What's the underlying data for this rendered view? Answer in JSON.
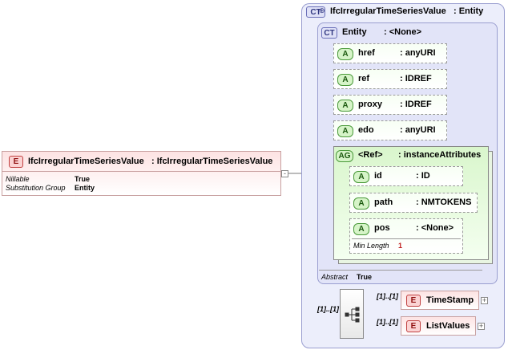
{
  "root_element": {
    "badge": "E",
    "name": "IfcIrregularTimeSeriesValue",
    "type": ": IfcIrregularTimeSeriesValue",
    "props": [
      {
        "label": "Nillable",
        "value": "True"
      },
      {
        "label": "Substitution Group",
        "value": "Entity"
      }
    ],
    "collapse": "-"
  },
  "complex_type": {
    "badge": "CT",
    "name": "IfcIrregularTimeSeriesValue",
    "type": ": Entity",
    "abstract_label": "Abstract",
    "abstract_value": "True"
  },
  "base_type": {
    "badge": "CT",
    "name": "Entity",
    "type": ": <None>"
  },
  "attributes": [
    {
      "badge": "A",
      "name": "href",
      "type": ": anyURI"
    },
    {
      "badge": "A",
      "name": "ref",
      "type": ": IDREF"
    },
    {
      "badge": "A",
      "name": "proxy",
      "type": ": IDREF"
    },
    {
      "badge": "A",
      "name": "edo",
      "type": ": anyURI"
    }
  ],
  "attribute_group": {
    "badge": "AG",
    "name": "<Ref>",
    "type": ": instanceAttributes",
    "attributes": [
      {
        "badge": "A",
        "name": "id",
        "type": ": ID"
      },
      {
        "badge": "A",
        "name": "path",
        "type": ": NMTOKENS"
      },
      {
        "badge": "A",
        "name": "pos",
        "type": ": <None>",
        "facet_label": "Min Length",
        "facet_value": "1"
      }
    ]
  },
  "sequence": {
    "multiplicity": "[1]..[1]",
    "children": [
      {
        "badge": "E",
        "name": "TimeStamp",
        "multiplicity": "[1]..[1]",
        "expand": "+"
      },
      {
        "badge": "E",
        "name": "ListValues",
        "multiplicity": "[1]..[1]",
        "expand": "+"
      }
    ]
  },
  "colors": {
    "element_fill": "#fde9e9",
    "element_border": "#c07070",
    "ct_fill": "#e9eafa",
    "ct_border": "#8a8fc8",
    "attr_fill": "#e6fadc",
    "attr_border": "#9a9a9a",
    "wire": "#7a7a7a"
  }
}
